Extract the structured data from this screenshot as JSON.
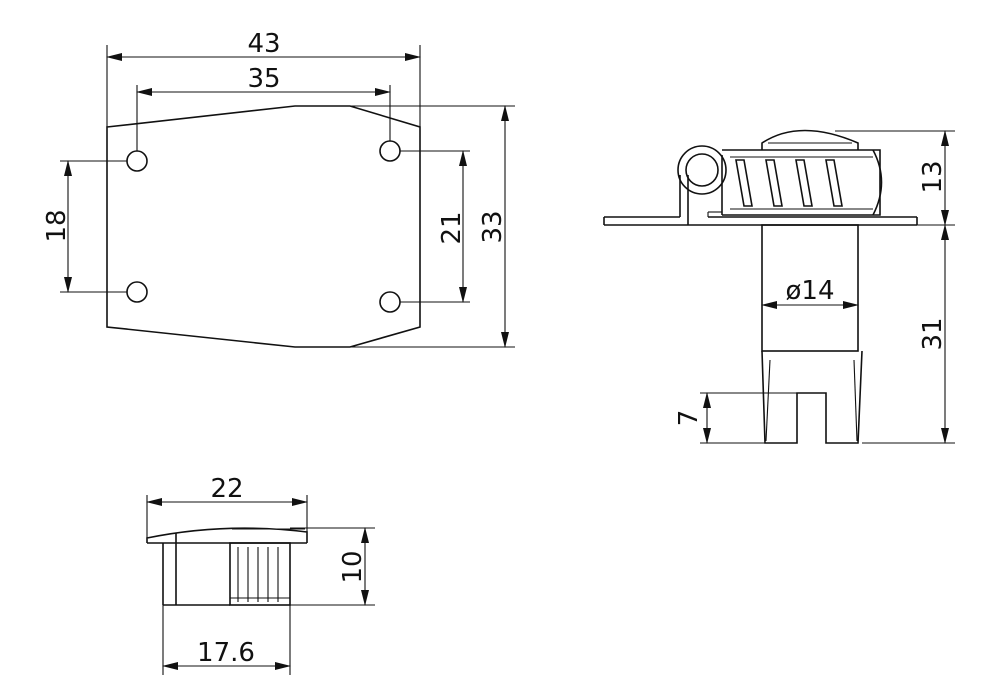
{
  "dimensions": {
    "top_width": "43",
    "hole_spacing_horizontal": "35",
    "left_hole_spacing": "18",
    "right_hole_spacing": "21",
    "plate_height": "33",
    "side_top_height": "13",
    "side_diameter": "ø14",
    "side_body_height": "31",
    "side_slot_height": "7",
    "bottom_width": "22",
    "bottom_height": "10",
    "bottom_inner_width": "17.6"
  }
}
